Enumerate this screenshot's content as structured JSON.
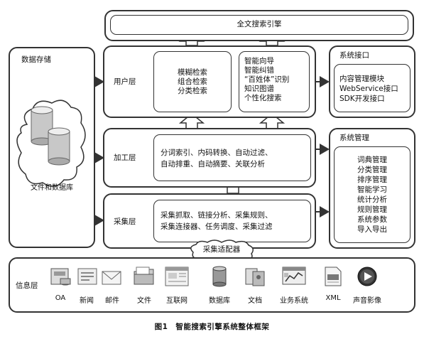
{
  "search_engine": "全文搜索引擎",
  "data_storage": {
    "title": "数据存储",
    "files_db": "文件和数据库"
  },
  "user_layer": {
    "name": "用户层",
    "box1": [
      "模糊检索",
      "组合检索",
      "分类检索"
    ],
    "box2": [
      "智能向导",
      "智能纠错",
      "“百姓体”识别",
      "知识图谱",
      "个性化搜索"
    ]
  },
  "process_layer": {
    "name": "加工层",
    "lines": [
      "分词索引、内码转换、自动过滤、",
      "自动排重、自动摘要、关联分析"
    ]
  },
  "collect_layer": {
    "name": "采集层",
    "lines": [
      "采集抓取、链接分析、采集规则、",
      "采集连接器、任务调度、采集过滤"
    ]
  },
  "adapter": "采集适配器",
  "system_interface": {
    "title": "系统接口",
    "items": [
      "内容管理模块",
      "WebService接口",
      "SDK开发接口"
    ]
  },
  "system_management": {
    "title": "系统管理",
    "items": [
      "词典管理",
      "分类管理",
      "排序管理",
      "智能学习",
      "统计分析",
      "规则管理",
      "系统参数",
      "导入导出"
    ]
  },
  "info_layer": {
    "name": "信息层",
    "sources": [
      {
        "label": "OA",
        "icon": "oa-icon"
      },
      {
        "label": "新闻",
        "icon": "news-icon"
      },
      {
        "label": "邮件",
        "icon": "mail-icon"
      },
      {
        "label": "文件",
        "icon": "folder-icon"
      },
      {
        "label": "互联网",
        "icon": "internet-icon"
      },
      {
        "label": "数据库",
        "icon": "database-icon"
      },
      {
        "label": "文档",
        "icon": "document-icon"
      },
      {
        "label": "业务系统",
        "icon": "business-system-icon"
      },
      {
        "label": "XML",
        "icon": "xml-icon"
      },
      {
        "label": "声音影像",
        "icon": "media-icon"
      }
    ]
  },
  "caption": "图1　智能搜索引擎系统整体框架"
}
